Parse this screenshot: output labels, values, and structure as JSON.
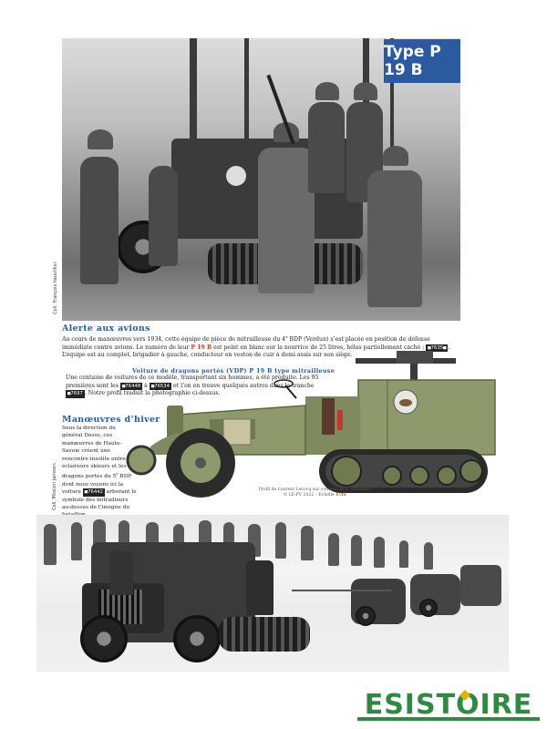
{
  "type_label": "Type P 19 B",
  "photo_top": {
    "credit": "Coll. François Vauvillier"
  },
  "caption1": {
    "heading": "Alerte aux avions",
    "part1": "Au cours de manœuvres vers 1934, cette équipe de pièce de mitrailleuse du 4",
    "sup1": "e",
    "part2": " BDP (Verdun) s’est placée en position de défense immédiate contre avions. Le numéro de leur ",
    "highlight": "P 19 B",
    "part3": " est peint en blanc sur la nourrice de 25 litres, hélas partiellement caché : ",
    "plate": "■7635■",
    "part4": ". L’équipe est au complet, brigadier à gauche, conducteur en veston de cuir à demi assis sur son siège."
  },
  "caption2": {
    "heading": "Voiture de dragons portés (VDP) P 19 B type mitrailleuse",
    "part1": "Une centaine de voitures de ce modèle, transportant six hommes, a été produite. Les 95 premières sont les ",
    "plate1": "■76440",
    "mid": " à ",
    "plate2": "■76534",
    "part2": " et l’on en trouve quelques autres dans la tranche ",
    "plate3": "■7697",
    "part3": ". Notre profil traduit la photographie ci-dessus."
  },
  "caption3": {
    "heading": "Manœuvres d’hiver",
    "part1": "Sous la direction du général Dosse, ces manœuvres de Haute-Savoie créent une rencontre insolite entre les éclaireurs skieurs et les dragons portés du 5",
    "sup1": "e",
    "part2": " BDP dont nous voyons ici la voiture ",
    "plate": "■76442",
    "part3": " arborant le symbole des mitrailleurs au-dessus de l’insigne du bataillon."
  },
  "side_credit": "Coll. Mission Janssen",
  "profile_credit": {
    "line1": "Profil de Laurent Lecocq sur conseils de F. Vauvillier",
    "line2": "© LE-PV 2022 – Échelle ",
    "scale": "1/35"
  },
  "logo": {
    "text": "ESISTOIRE"
  },
  "colors": {
    "accent": "#2c5aa0",
    "highlight": "#c23a2a",
    "logo_green": "#2d8a3e",
    "olive": "#8e9a6c"
  }
}
